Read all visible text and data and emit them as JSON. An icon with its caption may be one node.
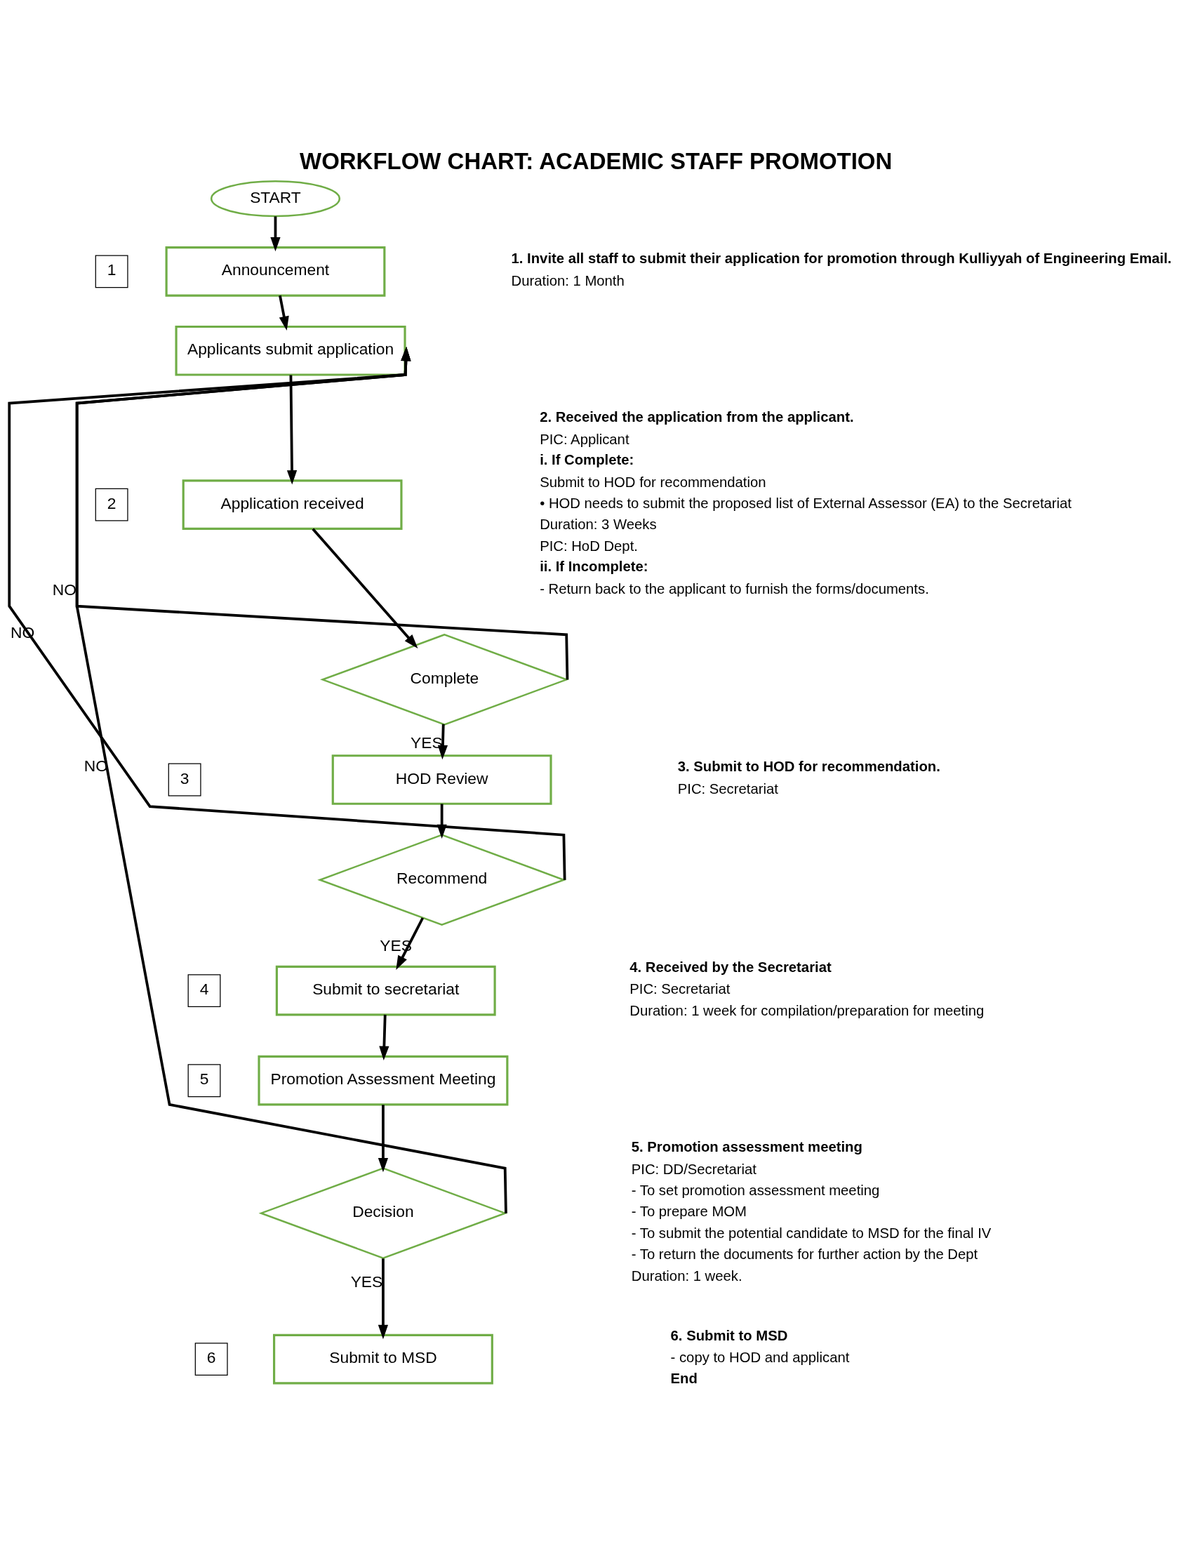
{
  "diagram": {
    "title": "WORKFLOW CHART: ACADEMIC STAFF PROMOTION",
    "nodes": [
      {
        "text": [
          "START"
        ]
      },
      {
        "text": [
          "Announcement"
        ]
      },
      {
        "text": [
          "Applicants submit application"
        ]
      },
      {
        "text": [
          "Application received"
        ]
      },
      {
        "text": [
          "Complete"
        ]
      },
      {
        "text": [
          "HOD Review"
        ]
      },
      {
        "text": [
          "Recommend"
        ]
      },
      {
        "text": [
          "Submit to secretariat"
        ]
      },
      {
        "text": [
          "Promotion Assessment Meeting"
        ]
      },
      {
        "text": [
          "Decision"
        ]
      },
      {
        "text": [
          "Submit to MSD"
        ]
      },
      {
        "text": [
          "1"
        ]
      },
      {
        "text": [
          "2"
        ]
      },
      {
        "text": [
          "3"
        ]
      },
      {
        "text": [
          "4"
        ]
      },
      {
        "text": [
          "5"
        ]
      },
      {
        "text": [
          "6"
        ]
      }
    ],
    "edges": [
      {
        "from": 0,
        "to": 1,
        "arrow": "to"
      },
      {
        "from": 1,
        "to": 2,
        "arrow": "to"
      },
      {
        "from": 2,
        "to": 3,
        "arrow": "to"
      },
      {
        "from": 3,
        "to": 4,
        "arrow": "to"
      },
      {
        "from": 4,
        "to": 2,
        "arrow": "to",
        "label": "NO"
      },
      {
        "from": 4,
        "to": 5,
        "arrow": "to",
        "label": "YES"
      },
      {
        "from": 5,
        "to": 6,
        "arrow": "to"
      },
      {
        "from": 6,
        "to": 2,
        "arrow": "to",
        "label": "NO"
      },
      {
        "from": 6,
        "to": 7,
        "arrow": "to",
        "label": "YES"
      },
      {
        "from": 7,
        "to": 8,
        "arrow": "to"
      },
      {
        "from": 8,
        "to": 9,
        "arrow": "to"
      },
      {
        "from": 9,
        "to": 2,
        "arrow": "to",
        "label": "NO"
      },
      {
        "from": 9,
        "to": 10,
        "arrow": "to",
        "label": "YES"
      }
    ],
    "labels": [
      "1. Invite all staff to submit their application for promotion through Kulliyyah of Engineering Email.",
      "Duration: 1 Month",
      "2. Received the application from the applicant.",
      "PIC: Applicant",
      "i. If Complete:",
      "Submit to HOD for recommendation",
      "• HOD needs to submit the proposed list of External Assessor (EA) to the Secretariat",
      "Duration: 3 Weeks",
      "PIC: HoD Dept.",
      "ii. If Incomplete:",
      "- Return back to the applicant to furnish the forms/documents.",
      "3. Submit to HOD for recommendation.",
      "PIC: Secretariat",
      "4. Received by the Secretariat",
      "PIC: Secretariat",
      "Duration: 1 week for compilation/preparation for meeting",
      "5. Promotion assessment meeting",
      "PIC: DD/Secretariat",
      "- To set promotion assessment meeting",
      "- To prepare MOM",
      "- To submit the potential candidate to MSD for the final IV",
      "- To return the documents for further action by the Dept",
      "Duration: 1 week.",
      "6. Submit to MSD",
      "- copy to HOD and applicant",
      "End"
    ]
  }
}
